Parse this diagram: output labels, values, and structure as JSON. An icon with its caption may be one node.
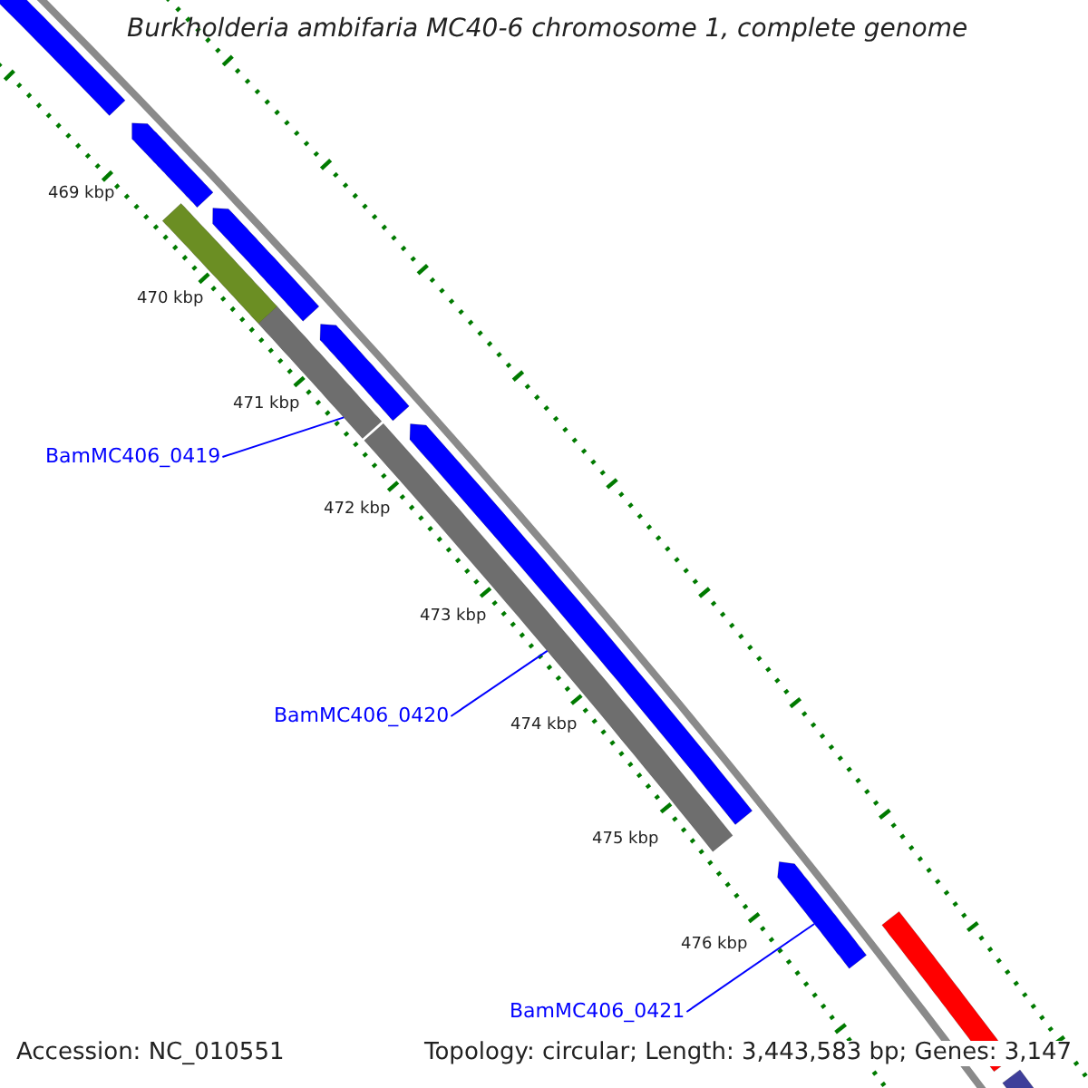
{
  "diagram": {
    "title": "Burkholderia ambifaria MC40-6 chromosome 1, complete genome",
    "nodes": [
      {
        "text": [
          "BamMC406_0419"
        ]
      },
      {
        "text": [],
        "shape": "bar"
      },
      {
        "text": [
          "BamMC406_0420"
        ]
      },
      {
        "text": [],
        "shape": "bar"
      },
      {
        "text": [
          "BamMC406_0421"
        ]
      },
      {
        "text": [],
        "shape": "arrow"
      }
    ],
    "edges": [
      {
        "from": 0,
        "to": 1,
        "arrow": "none"
      },
      {
        "from": 2,
        "to": 3,
        "arrow": "none"
      },
      {
        "from": 4,
        "to": 5,
        "arrow": "none"
      }
    ],
    "labels": [
      "469 kbp",
      "470 kbp",
      "471 kbp",
      "472 kbp",
      "473 kbp",
      "474 kbp",
      "475 kbp",
      "476 kbp",
      "Accession: NC_010551",
      "Topology: circular; Length: 3,443,583 bp; Genes: 3,147"
    ]
  }
}
